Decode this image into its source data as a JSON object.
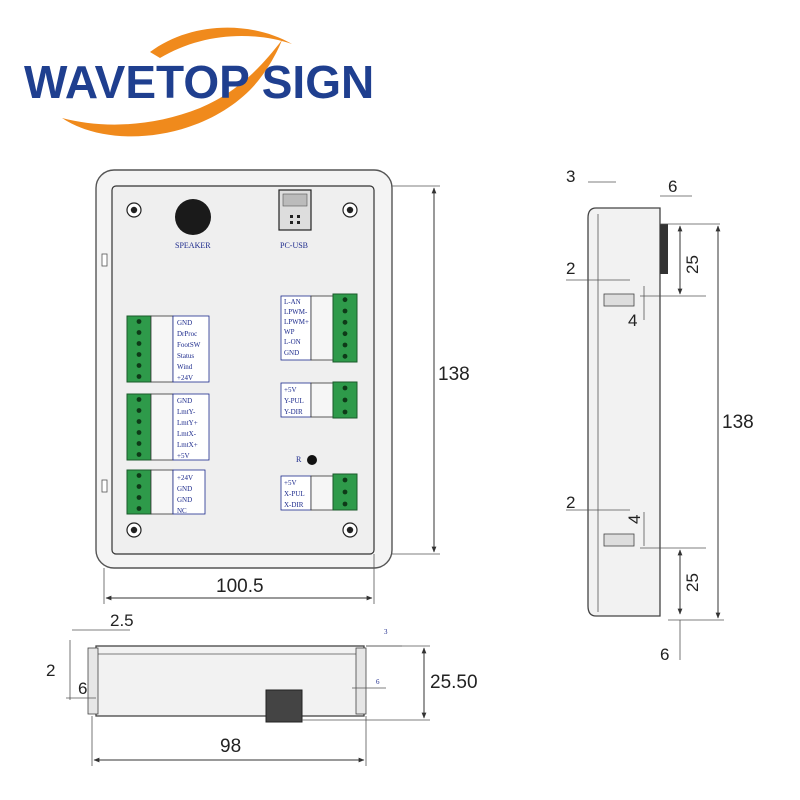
{
  "logo": {
    "brand": "WAVETOP SIGN",
    "brand_color": "#1f3f8f",
    "swoosh_color": "#f08a1c"
  },
  "front": {
    "speaker_label": "SPEAKER",
    "usb_label": "PC-USB",
    "reset_label": "R",
    "terminal_left_1": [
      "GND",
      "DrProc",
      "FootSW",
      "Status",
      "Wind",
      "+24V"
    ],
    "terminal_left_2": [
      "GND",
      "LmtY-",
      "LmtY+",
      "LmtX-",
      "LmtX+",
      "+5V"
    ],
    "terminal_left_3": [
      "+24V",
      "GND",
      "GND",
      "NC"
    ],
    "terminal_right_1": [
      "L-AN",
      "LPWM-",
      "LPWM+",
      "WP",
      "L-ON",
      "GND"
    ],
    "terminal_right_2": [
      "+5V",
      "Y-PUL",
      "Y-DIR"
    ],
    "terminal_right_3": [
      "+5V",
      "X-PUL",
      "X-DIR"
    ]
  },
  "dimensions": {
    "front_height": "138",
    "front_width": "100.5",
    "side_top_offset": "3",
    "side_top_depth": "6",
    "side_upper_gap": "2",
    "side_upper_slot_h": "4",
    "side_upper_25": "25",
    "side_height": "138",
    "side_lower_gap": "2",
    "side_lower_slot_h": "4",
    "side_lower_25": "25",
    "side_bottom_6": "6",
    "bottom_lip": "2.5",
    "bottom_left_2": "2",
    "bottom_left_6": "6",
    "bottom_right_3": "3",
    "bottom_right_6": "6",
    "bottom_height": "25.50",
    "bottom_width": "98"
  }
}
